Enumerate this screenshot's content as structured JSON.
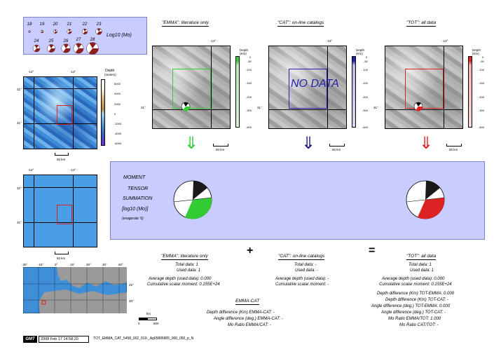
{
  "legend": {
    "magnitudes_row1": [
      "18",
      "19",
      "20",
      "21",
      "22",
      "23"
    ],
    "magnitudes_row2": [
      "24",
      "25",
      "26",
      "27",
      "28"
    ],
    "label": "Log10 (Mo)"
  },
  "small_maps": {
    "depth_title": "Depth",
    "depth_unit": "(meters)",
    "depth_ticks": [
      "6000",
      "4000",
      "2000",
      "0",
      "-2000",
      "-4000",
      "-6000"
    ],
    "lon_ticks": [
      "-14°",
      "-13°"
    ],
    "lat_ticks": [
      "32°",
      "31°"
    ],
    "scale_label": "50 km",
    "colors": {
      "depth_top": "#f0f0f0",
      "depth_mid": "#b8862c",
      "depth_low": "#3f8fd8",
      "depth_bottom": "#7b2ad6"
    }
  },
  "panels": [
    {
      "caption": "\"EMMA\": literature only",
      "color": "#33cc33",
      "cb_fill": "#d8f5d8",
      "no_data": "",
      "arrow": "⇓",
      "has_beachball": true
    },
    {
      "caption": "\"CAT\": on-line catalogs",
      "color": "#2222aa",
      "cb_fill": "#d8d8f5",
      "no_data": "NO DATA",
      "arrow": "⇓",
      "has_beachball": false
    },
    {
      "caption": "\"TOT\": all data",
      "color": "#dd2222",
      "cb_fill": "#f8d6d6",
      "no_data": "",
      "arrow": "⇓",
      "has_beachball": true
    }
  ],
  "panel_common": {
    "depth_title": "Depth",
    "depth_unit": "(Km)",
    "depth_ticks": [
      "0",
      "-50",
      "-100",
      "-150",
      "-200",
      "-300",
      "-600"
    ],
    "lon_tick": "-13°",
    "lat_tick": "31°",
    "scale_label": "50 km"
  },
  "summation": {
    "line1": "MOMENT",
    "line2": "TENSOR",
    "line3": "SUMMATION",
    "line4": "[log10 (Mo)]",
    "line5": "(exagerate '6)"
  },
  "operators": {
    "plus": "+",
    "equals": "="
  },
  "stats": {
    "emma": {
      "caption": "\"EMMA\": literature only",
      "total": "Total data:    1",
      "used": "Used data:    1",
      "avg_depth": "Average depth (used data):    0.000",
      "moment": "Cumulative scalar moment:  0.155E+24"
    },
    "cat": {
      "caption": "\"CAT\": on-line catalogs",
      "total": "Total data: -",
      "used": "Used data: -",
      "avg_depth": "Average depth (used data): -",
      "moment": "Cumulative scalar moment: -"
    },
    "tot": {
      "caption": "\"TOT\": all data",
      "total": "Total data:    1",
      "used": "Used data:    1",
      "avg_depth": "Average depth (used data):    0.000",
      "moment": "Cumulative scalar moment:  0.155E+24",
      "d1": "Depth difference (Km) TOT-EMMA:    0.000",
      "d2": "Depth difference (Km) TOT-CAT: -",
      "a1": "Angle difference (deg.) TOT-EMMA:    0.000",
      "a2": "Angle difference (deg.) TOT-CAT: -",
      "m1": "Mo Ratio EMMA/TOT:    1.000",
      "m2": "Mo Ratio CAT/TOT: -"
    },
    "emma_cat": {
      "caption": "EMMA-CAT",
      "depth": "Depth difference (Km) EMMA-CAT: -",
      "angle": "Angle difference (deg.) EMMA-CAT: -",
      "ratio": "Mo Ratio EMMA/CAT: -"
    }
  },
  "overview_map": {
    "lon_ticks": [
      "-30°",
      "-15°",
      "0°",
      "15°",
      "30°",
      "45°",
      "60°"
    ],
    "lat_ticks": [
      "45°",
      "30°"
    ],
    "scale_unit": "km",
    "scale_ticks": [
      "0",
      "500"
    ],
    "colors": {
      "sea": "#3f8fd8",
      "land": "#9a9a9a"
    }
  },
  "footer": {
    "logo": "GMT",
    "timestamp": "2008 Feb 17 14:58:20",
    "filename": "TOT_EMMA_CAT_5458_002_019-_Ag05895805_000_050_p_N"
  }
}
